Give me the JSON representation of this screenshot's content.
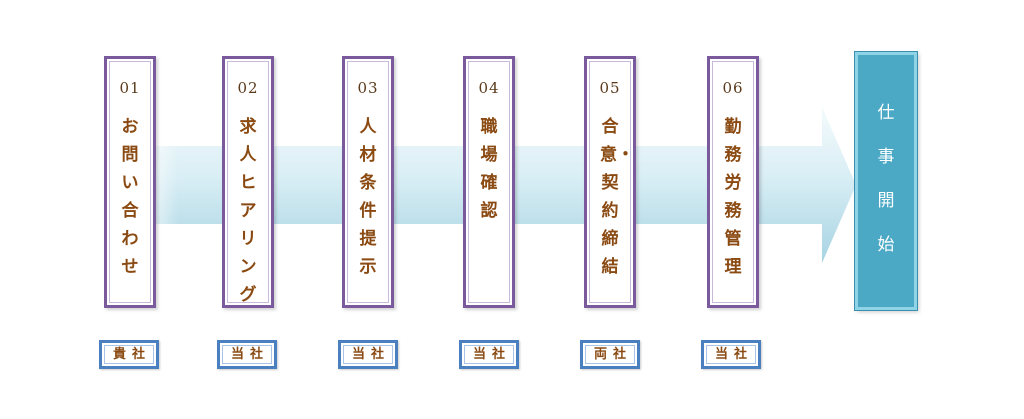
{
  "steps": [
    {
      "number": "01",
      "label": "お問い合わせ",
      "party": "貴社"
    },
    {
      "number": "02",
      "label": "求人ヒアリング",
      "party": "当社"
    },
    {
      "number": "03",
      "label": "人材条件提示",
      "party": "当社"
    },
    {
      "number": "04",
      "label": "職場確認",
      "party": "当社"
    },
    {
      "number": "05",
      "label": "合意・契約締結",
      "party": "両社"
    },
    {
      "number": "06",
      "label": "勤務労務管理",
      "party": "当社"
    }
  ],
  "final": {
    "label": "仕事開始"
  },
  "colors": {
    "step_border": "#7a5a9c",
    "step_text": "#8a4a12",
    "party_border": "#4a7fc0",
    "arrow_light": "#e8f4f8",
    "arrow_dark": "#a6d3e2",
    "final_bg": "#4ba9c6"
  }
}
